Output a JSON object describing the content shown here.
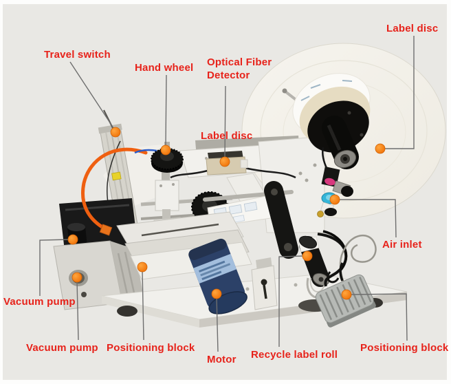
{
  "figure": {
    "type": "annotated-diagram",
    "subject": "Semi-automatic flat surface labeling machine parts diagram",
    "background_color": "#e9e8e4",
    "label_text_color": "#e7221a",
    "callout_dot_color": "#f07508",
    "leader_line_color": "#6e6e6e"
  },
  "annotations": [
    {
      "id": "travel-switch",
      "label": "Travel switch"
    },
    {
      "id": "hand-wheel",
      "label": "Hand wheel"
    },
    {
      "id": "optical-fiber-detector",
      "label": "Optical Fiber Detector"
    },
    {
      "id": "label-disc-top",
      "label": "Label disc"
    },
    {
      "id": "label-disc-mid",
      "label": "Label disc"
    },
    {
      "id": "air-inlet",
      "label": "Air inlet"
    },
    {
      "id": "vacuum-pump-upper",
      "label": "Vacuum pump"
    },
    {
      "id": "vacuum-pump-lower",
      "label": "Vacuum pump"
    },
    {
      "id": "positioning-block-left",
      "label": "Positioning block"
    },
    {
      "id": "motor",
      "label": "Motor"
    },
    {
      "id": "recycle-label-roll",
      "label": "Recycle label roll"
    },
    {
      "id": "positioning-block-right",
      "label": "Positioning block"
    }
  ]
}
